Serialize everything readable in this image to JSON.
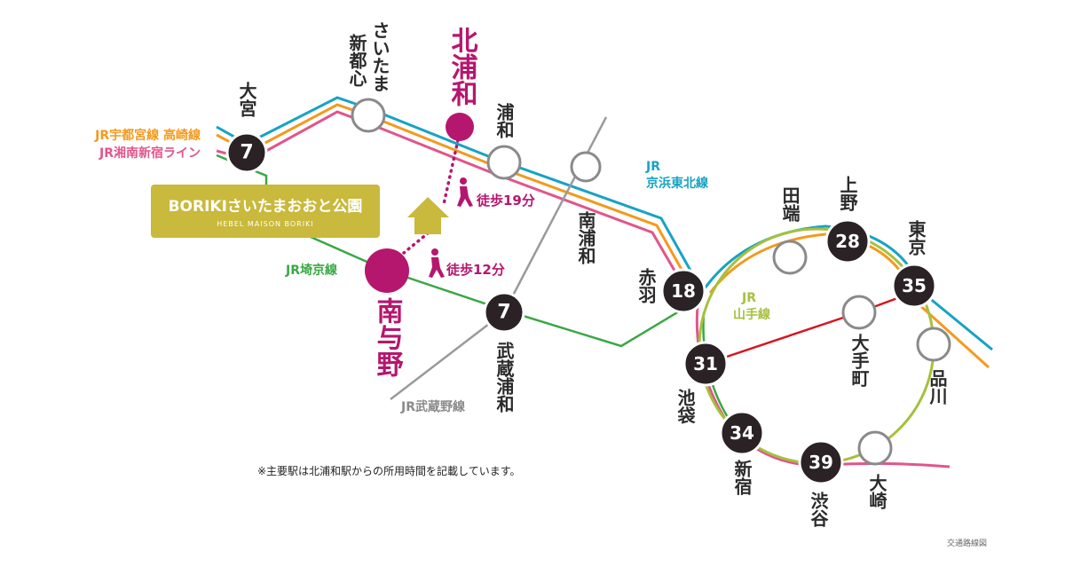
{
  "title": "交通路線図",
  "note": "※主要駅は北浦和駅からの所用時間を記載しています。",
  "property": {
    "name": "BORIKIさいたまおおと公園",
    "subname": "HEBEL MAISON BORIKI"
  },
  "lines": {
    "utsunomiya": "JR宇都宮線 高崎線",
    "shonan": "JR湘南新宿ライン",
    "keihin_jr": "JR",
    "keihin_name": "京浜東北線",
    "saikyo": "JR埼京線",
    "musashino": "JR武蔵野線",
    "yamanote_jr": "JR",
    "yamanote_name": "山手線"
  },
  "walks": {
    "kitaurawa": "徒歩19分",
    "minamiyono": "徒歩12分"
  },
  "stations": {
    "omiya": {
      "name": "大宮",
      "minutes": "7"
    },
    "saitama_shintoshin": {
      "name_l1": "さいたま",
      "name_l2": "新都心"
    },
    "kitaurawa": {
      "name": "北浦和"
    },
    "urawa": {
      "name": "浦和"
    },
    "minamiurawa": {
      "name": "南浦和"
    },
    "minamiyono": {
      "name": "南与野"
    },
    "musashiurawa": {
      "name": "武蔵浦和",
      "minutes": "7"
    },
    "akabane": {
      "name": "赤羽",
      "minutes": "18"
    },
    "tabata": {
      "name": "田端"
    },
    "ueno": {
      "name": "上野",
      "minutes": "28"
    },
    "tokyo": {
      "name": "東京",
      "minutes": "35"
    },
    "otemachi": {
      "name": "大手町"
    },
    "shinagawa": {
      "name": "品川"
    },
    "ikebukuro": {
      "name": "池袋",
      "minutes": "31"
    },
    "shinjuku": {
      "name": "新宿",
      "minutes": "34"
    },
    "shibuya": {
      "name": "渋谷",
      "minutes": "39"
    },
    "osaki": {
      "name": "大崎"
    }
  },
  "colors": {
    "utsunomiya": "#f39a1e",
    "shonan": "#e0568c",
    "keihin": "#17a3c4",
    "saikyo": "#3aa845",
    "musashino": "#9a9a9a",
    "yamanote": "#a6c03c",
    "marunouchi": "#d7151f",
    "accent": "#b5176e",
    "station_dark": "#2a2224",
    "property_box": "#c9b93c"
  }
}
